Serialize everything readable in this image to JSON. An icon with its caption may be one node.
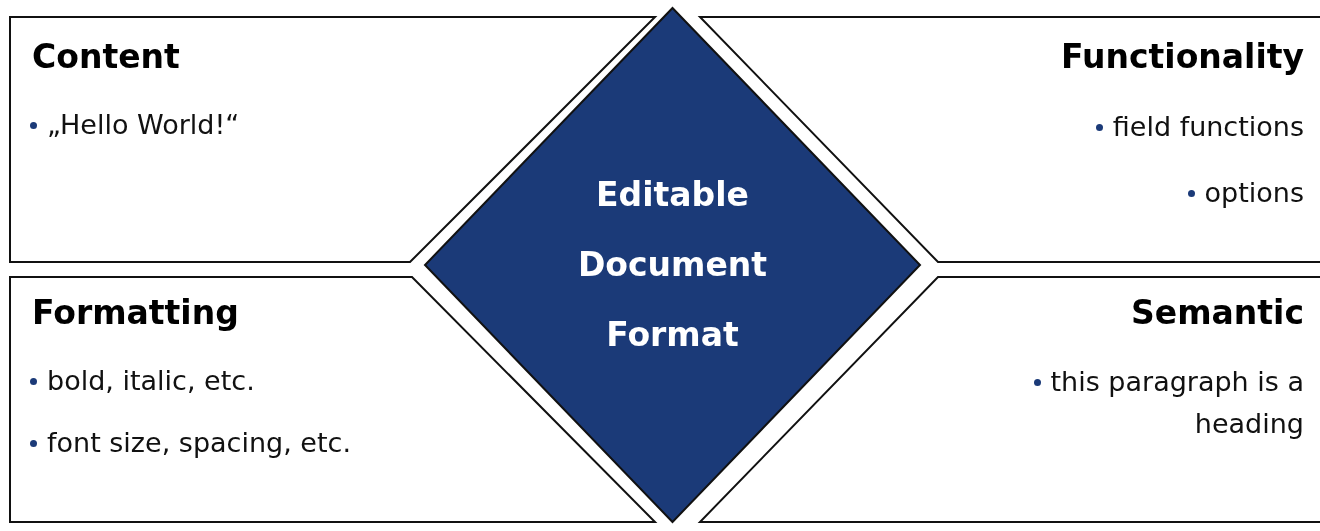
{
  "diagram": {
    "nodes": [
      {
        "text": [
          "Content",
          "„Hello World!“"
        ]
      },
      {
        "text": [
          "Functionality",
          "field functions",
          "options"
        ]
      },
      {
        "text": [
          "Editable Document Format"
        ]
      },
      {
        "text": [
          "Formatting",
          "bold, italic, etc.",
          "font size, spacing, etc."
        ]
      },
      {
        "text": [
          "Semantic",
          "this paragraph is a heading"
        ]
      }
    ]
  }
}
